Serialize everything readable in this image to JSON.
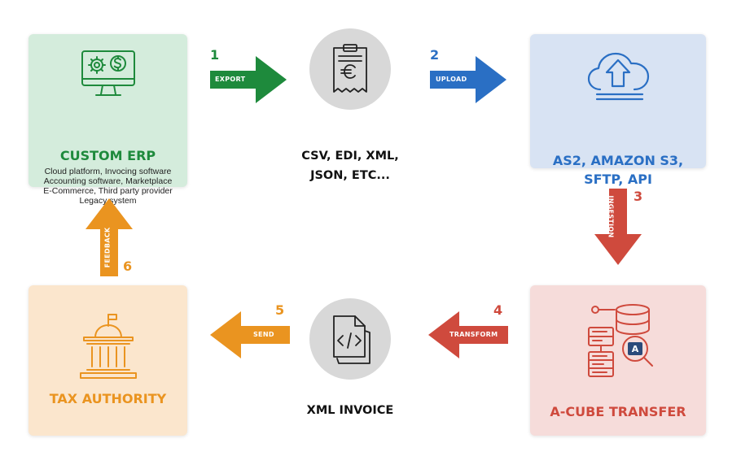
{
  "nodes": {
    "erp": {
      "title": "CUSTOM ERP",
      "lines": [
        "Cloud platform, Invocing software",
        "Accounting software, Marketplace",
        "E-Commerce, Third party provider",
        "Legacy system"
      ]
    },
    "formats": {
      "line1": "CSV, EDI, XML,",
      "line2": "JSON, ETC..."
    },
    "cloud": {
      "line1": "AS2, AMAZON S3,",
      "line2": "SFTP, API"
    },
    "acube": {
      "title": "A-CUBE TRANSFER"
    },
    "xml_invoice": {
      "title": "XML INVOICE"
    },
    "tax": {
      "title": "TAX AUTHORITY"
    }
  },
  "steps": [
    {
      "number": "1",
      "label": "EXPORT"
    },
    {
      "number": "2",
      "label": "UPLOAD"
    },
    {
      "number": "3",
      "label": "INGESTION"
    },
    {
      "number": "4",
      "label": "TRANSFORM"
    },
    {
      "number": "5",
      "label": "SEND"
    },
    {
      "number": "6",
      "label": "FEEDBACK"
    }
  ],
  "colors": {
    "green": "#1e8a3c",
    "blue": "#2a6fc4",
    "red": "#cf4a3d",
    "orange": "#ea9420"
  }
}
